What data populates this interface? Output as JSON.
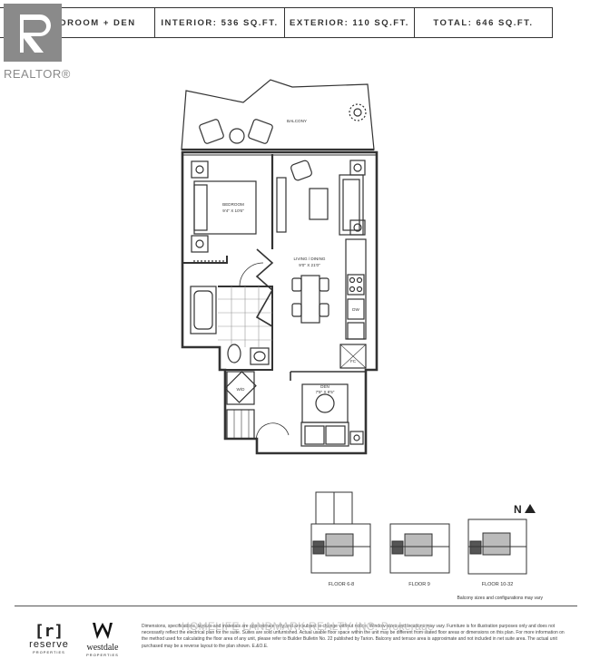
{
  "header": {
    "unit_type": "ONE BEDROOM + DEN",
    "interior": "INTERIOR: 536 SQ.FT.",
    "exterior": "EXTERIOR: 110 SQ.FT.",
    "total": "TOTAL: 646 SQ.FT."
  },
  "realtor_logo": {
    "text": "REALTOR®",
    "color": "#8a8a8a"
  },
  "plan": {
    "balcony": "BALCONY",
    "bedroom": "BEDROOM",
    "bedroom_dims": "9'4\" X 10'6\"",
    "living": "LIVING / DINING",
    "living_dims": "9'0\" X 21'0\"",
    "dw": "DW",
    "fc": "FC",
    "wd": "W/D",
    "den": "DEN",
    "den_dims": "7'5\" X 8'5\""
  },
  "compass": "N",
  "key_plans": [
    {
      "label": "FLOOR 6-8"
    },
    {
      "label": "FLOOR 9"
    },
    {
      "label": "FLOOR 10-32"
    }
  ],
  "key_plan_note": "Balcony sizes and configurations may vary",
  "brands": {
    "reserve": {
      "mark": "[r]",
      "name": "reserve",
      "sub": "PROPERTIES"
    },
    "westdale": {
      "mark": "W",
      "name": "westdale",
      "sub": "PROPERTIES"
    }
  },
  "watermark": "HOMELIFE LANDMARK REALTY INC. Brokerage",
  "disclaimer": "Dimensions, specifications, layouts and materials are approximate only and are subject to change without notice. Window sizes and locations may vary. Furniture is for illustration purposes only and does not necessarily reflect the electrical plan for the suite. Suites are sold unfurnished. Actual usable floor space within the unit may be different from stated floor areas or dimensions on this plan. For more information on the method used for calculating the floor area of any unit, please refer to Builder Bulletin No. 22 published by Tarion. Balcony and terrace area is approximate and not included in net suite area. The actual unit purchased may be a reverse layout to the plan shown. E.&O.E."
}
